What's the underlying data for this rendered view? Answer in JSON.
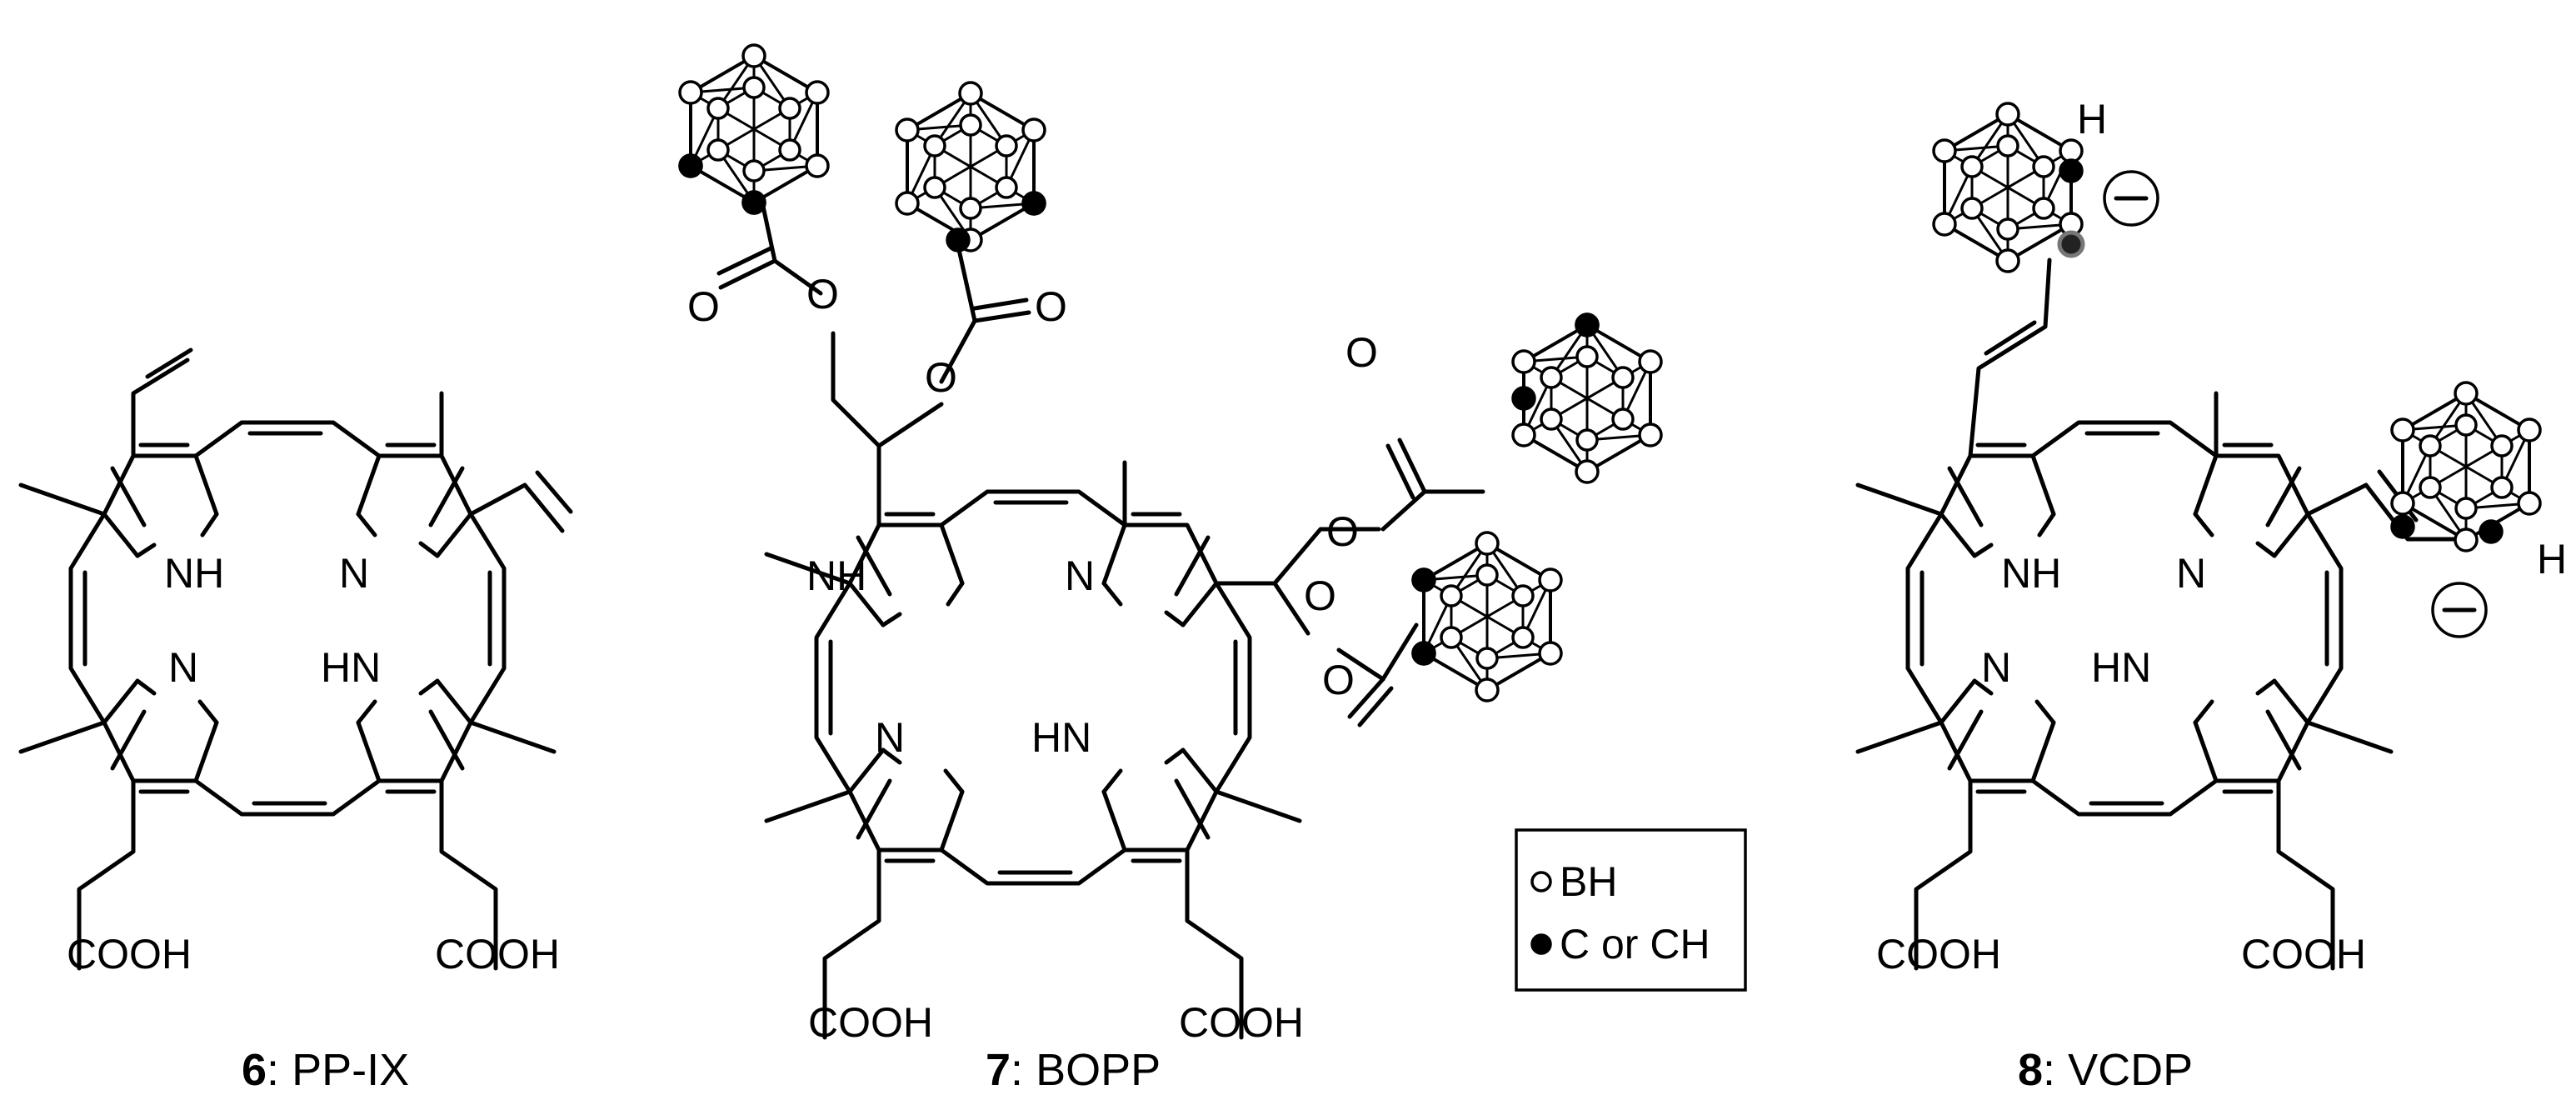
{
  "molecules": [
    {
      "id": "pp-ix",
      "number": "6",
      "name": "PP-IX",
      "atoms": {
        "nh_upper": "NH",
        "n_upper": "N",
        "n_lower": "N",
        "hn_lower": "HN",
        "cooh_left": "COOH",
        "cooh_right": "COOH"
      }
    },
    {
      "id": "bopp",
      "number": "7",
      "name": "BOPP",
      "atoms": {
        "nh_upper": "NH",
        "n_upper": "N",
        "n_lower": "N",
        "hn_lower": "HN",
        "cooh_left": "COOH",
        "cooh_right": "COOH",
        "o1": "O",
        "o2": "O",
        "o3": "O",
        "o4": "O",
        "o5": "O",
        "o6": "O",
        "o7": "O",
        "o8": "O"
      }
    },
    {
      "id": "vcdp",
      "number": "8",
      "name": "VCDP",
      "atoms": {
        "nh_upper": "NH",
        "n_upper": "N",
        "n_lower": "N",
        "hn_lower": "HN",
        "cooh_left": "COOH",
        "cooh_right": "COOH",
        "h_top": "H",
        "h_bottom": "H"
      }
    }
  ],
  "legend": {
    "bh": "BH",
    "c": "C or CH"
  },
  "caption_separator": ": "
}
